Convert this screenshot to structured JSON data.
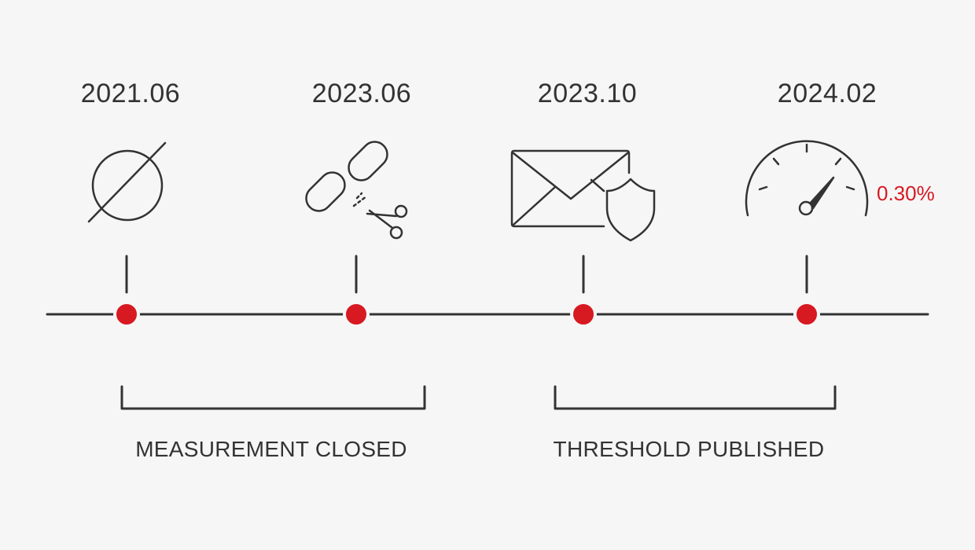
{
  "timeline": {
    "accent_color": "#d71921",
    "line_color": "#333333",
    "milestones": [
      {
        "date": "2021.06",
        "icon": "empty-set-icon"
      },
      {
        "date": "2023.06",
        "icon": "cut-link-icon"
      },
      {
        "date": "2023.10",
        "icon": "mail-shield-icon"
      },
      {
        "date": "2024.02",
        "icon": "gauge-icon",
        "value": "0.30%"
      }
    ],
    "brackets": [
      {
        "label": "MEASUREMENT CLOSED"
      },
      {
        "label": "THRESHOLD PUBLISHED"
      }
    ]
  }
}
